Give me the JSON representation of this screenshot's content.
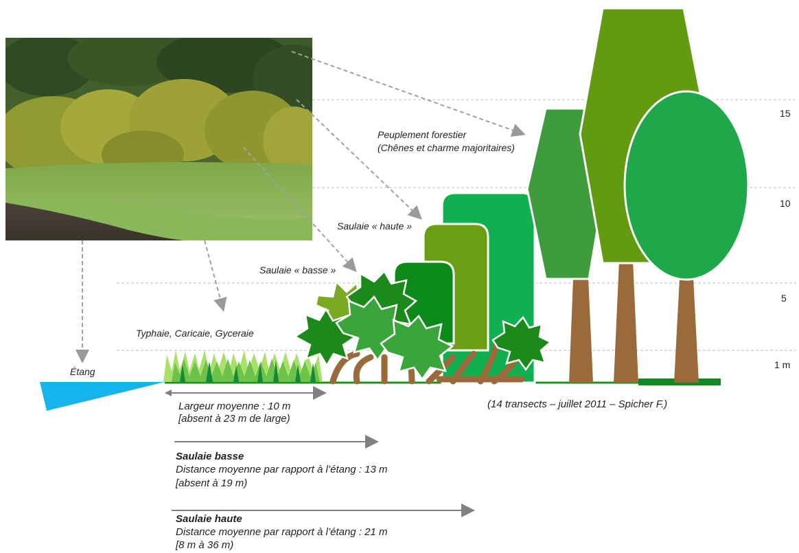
{
  "colors": {
    "water": "#16b4ec",
    "trunk": "#9a6a3a",
    "ground": "#1f8f1f",
    "reed_light": "#a8e06a",
    "reed_mid": "#6cc24a",
    "reed_dark": "#138a3a",
    "willow_low_light": "#7aaa24",
    "willow_low_dark": "#1b8a1b",
    "willow_low_mid": "#3aa53a",
    "willow_high_a": "#0b8a1a",
    "willow_high_b": "#6c9e14",
    "willow_high_c": "#10b050",
    "forest_hex": "#3e9c3c",
    "forest_tall": "#629a10",
    "forest_oval": "#1fa84a",
    "guide_line": "#bbbbbb",
    "arrow": "#808080"
  },
  "photo": {
    "description_icon": "photo-icon"
  },
  "labels": {
    "etang": "Étang",
    "typhaie": "Typhaie, Caricaie, Gyceraie",
    "saulaie_basse": "Saulaie « basse »",
    "saulaie_haute": "Saulaie « haute »",
    "peuplement_line1": "Peuplement forestier",
    "peuplement_line2": "(Chênes et charme majoritaires)",
    "source": "(14 transects – juillet 2011 – Spicher F.)"
  },
  "scale": {
    "s15": "15",
    "s10": "10",
    "s5": "5",
    "s1": "1 m"
  },
  "notes": {
    "largeur_line1": "Largeur moyenne : 10 m",
    "largeur_line2": "[absent à 23 m de large)",
    "basse_title": "Saulaie basse",
    "basse_line1": "Distance moyenne par rapport à l’étang : 13 m",
    "basse_line2": "[absent à 19 m)",
    "haute_title": "Saulaie haute",
    "haute_line1": "Distance moyenne par rapport à l’étang : 21 m",
    "haute_line2": "[8 m à 36 m)"
  }
}
